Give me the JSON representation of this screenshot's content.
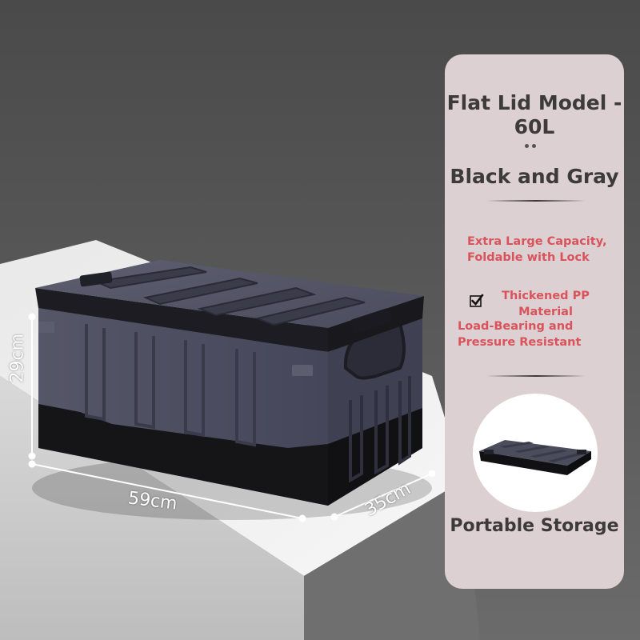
{
  "dimensions": {
    "height": "29cm",
    "width": "59cm",
    "depth": "35cm"
  },
  "panel": {
    "model_title": "Flat Lid Model - 60L",
    "color_title": "Black and Gray",
    "feature_1": "Extra Large Capacity, Foldable with Lock",
    "feature_2": "Thickened PP Material",
    "feature_3": "Load-Bearing and Pressure Resistant",
    "caption": "Portable Storage"
  },
  "colors": {
    "panel_bg": "#ddd0d2",
    "accent_text": "#d9535b",
    "title_text": "#3c3a3b",
    "box_body": "#4c4d5c",
    "box_lid": "#565767",
    "box_base": "#151518"
  },
  "icons": {
    "check": "check-icon"
  }
}
